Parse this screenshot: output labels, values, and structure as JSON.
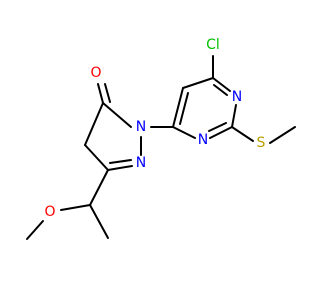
{
  "molecule": {
    "atoms": {
      "cl": {
        "label": "Cl",
        "color": "#00c000"
      },
      "o_carbonyl": {
        "label": "O",
        "color": "#ff0000"
      },
      "n_pyrazole_1": {
        "label": "N",
        "color": "#0000ff"
      },
      "n_pyrazole_2": {
        "label": "N",
        "color": "#0000ff"
      },
      "n_pyrimidine_1": {
        "label": "N",
        "color": "#0000ff"
      },
      "n_pyrimidine_2": {
        "label": "N",
        "color": "#0000ff"
      },
      "s": {
        "label": "S",
        "color": "#b8a000"
      },
      "o_methoxy": {
        "label": "O",
        "color": "#ff0000"
      }
    }
  }
}
